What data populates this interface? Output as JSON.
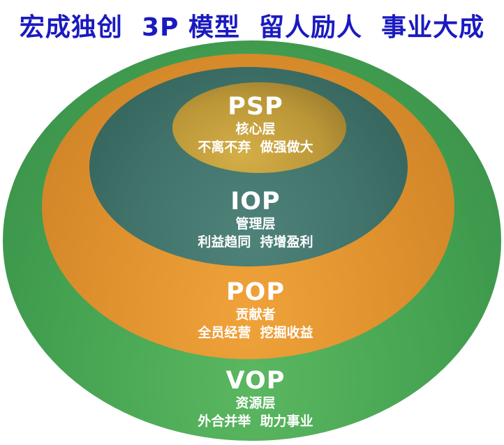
{
  "title": "宏成独创  3P 模型  留人励人  事业大成",
  "title_color": "#1a1ac0",
  "layers": [
    {
      "id": "vop",
      "label": "VOP",
      "role": "资源层",
      "slogan": "外合并举  助力事业",
      "color_light": "#5bb760",
      "color_mid": "#44a251",
      "color_dark": "#388c48",
      "light_at": "50% 85%"
    },
    {
      "id": "pop",
      "label": "POP",
      "role": "贡献者",
      "slogan": "全员经营  挖掘收益",
      "color_light": "#f0a23a",
      "color_mid": "#dd8f2d",
      "color_dark": "#c87f25",
      "light_at": "50% 85%"
    },
    {
      "id": "iop",
      "label": "IOP",
      "role": "管理层",
      "slogan": "利益趋同  持增盈利",
      "color_light": "#4e837a",
      "color_mid": "#40726a",
      "color_dark": "#2f5e56",
      "light_at": "50% 85%"
    },
    {
      "id": "psp",
      "label": "PSP",
      "role": "核心层",
      "slogan": "不离不弃  做强做大",
      "color_light": "#d4ae47",
      "color_mid": "#bb9738",
      "color_dark": "#8d6f28",
      "light_at": "40% 80%"
    }
  ]
}
